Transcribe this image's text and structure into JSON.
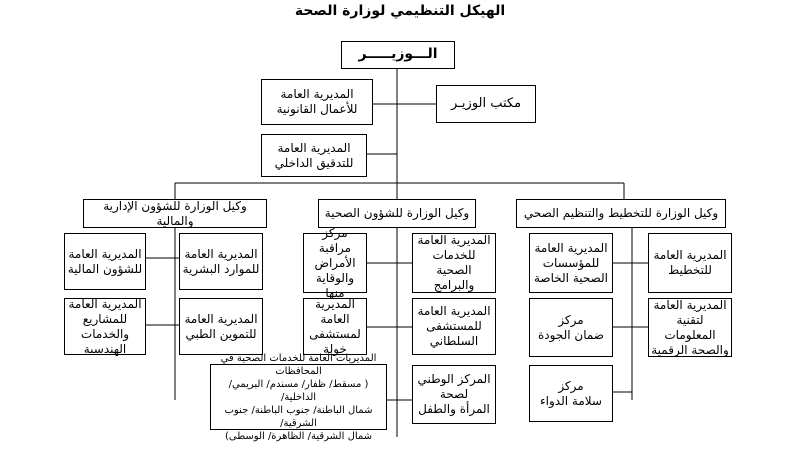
{
  "title": "الهيكل التنظيمي لوزارة الصحة",
  "minister": "الـــوزيـــــر",
  "minister_office": "مكتب الوزيـر",
  "legal_affairs": [
    "المديرية العامة",
    "للأعمال القانونية"
  ],
  "internal_audit": [
    "المديرية العامة",
    "للتدقيق الداخلي"
  ],
  "undersecretaries": {
    "admin_finance": "وكيل الوزارة للشؤون الإدارية والمالية",
    "health_affairs": "وكيل الوزارة للشؤون الصحية",
    "planning": "وكيل الوزارة للتخطيط والتنظيم الصحي"
  },
  "admin_finance_units": {
    "human_resources": [
      "المديرية العامة",
      "للموارد البشرية"
    ],
    "financial_affairs": [
      "المديرية العامة",
      "للشؤون المالية"
    ],
    "medical_supply": [
      "المديرية العامة",
      "للتموين الطبي"
    ],
    "projects_engineering": [
      "المديرية العامة",
      "للمشاريع والخدمات",
      "الهندسية"
    ]
  },
  "health_affairs_units": {
    "health_services": [
      "المديرية العامة",
      "للخدمات",
      "الصحية والبرامج"
    ],
    "disease_control": [
      "مركز مراقبة",
      "الأمراض",
      "والوقاية منها"
    ],
    "royal_hospital": [
      "المديرية العامة",
      "للمستشفى",
      "السلطاني"
    ],
    "khoula_hospital": [
      "المديرية العامة",
      "لمستشفى خولة"
    ],
    "women_child_center": [
      "المركز الوطني",
      "لصحة",
      "المرأة والطفل"
    ],
    "governorates": [
      "المديريات العامة للخدمات الصحية في المحافظات",
      "( مسقط/ ظفار/ مسندم/ البريمي/ الداخلية/",
      "شمال الباطنة/ جنوب الباطنة/ جنوب الشرقية/",
      "شمال الشرقية/ الظاهرة/ الوسطى)"
    ]
  },
  "planning_units": {
    "planning_dept": [
      "المديرية العامة",
      "للتخطيط"
    ],
    "private_institutions": [
      "المديرية العامة",
      "للمؤسسات",
      "الصحية الخاصة"
    ],
    "it_digital": [
      "المديرية العامة",
      "لتقنية المعلومات",
      "والصحة الرقمية"
    ],
    "quality_center": [
      "مركز",
      "ضمان الجودة"
    ],
    "drug_safety": [
      "مركز",
      "سلامة الدواء"
    ]
  }
}
